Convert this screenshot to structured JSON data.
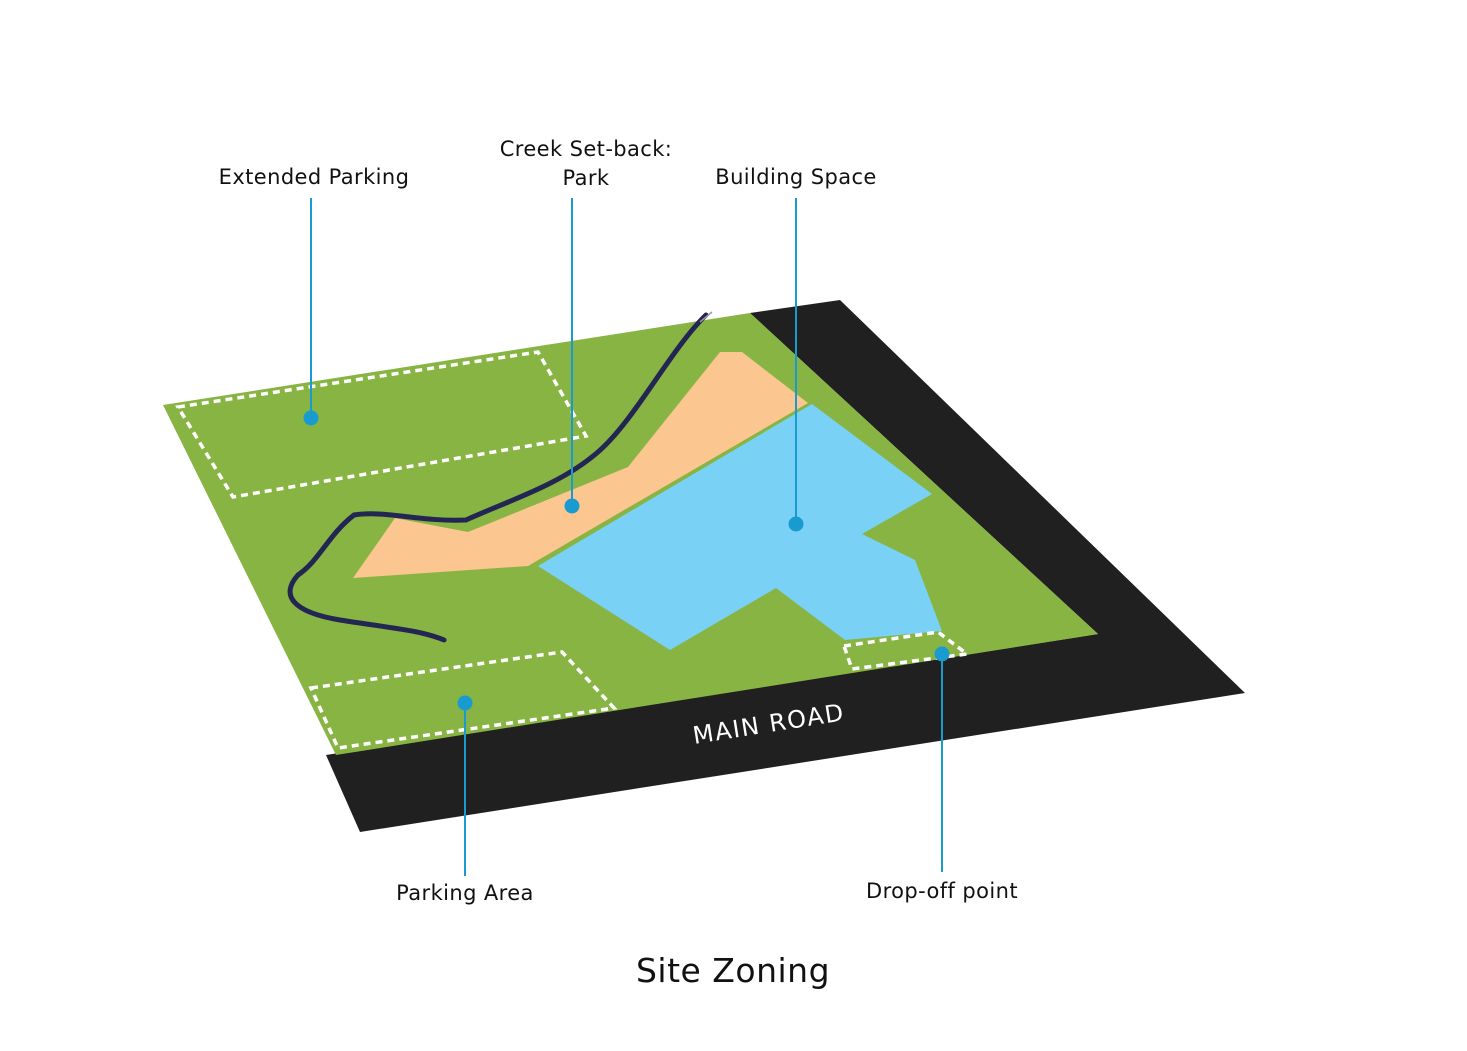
{
  "title": "Site Zoning",
  "road_label": "MAIN ROAD",
  "labels": {
    "extended_parking": "Extended Parking",
    "creek_setback_line1": "Creek Set-back:",
    "creek_setback_line2": "Park",
    "building_space": "Building Space",
    "parking_area": "Parking Area",
    "drop_off_point": "Drop-off point"
  },
  "colors": {
    "site_green": "#88b444",
    "road_black": "#202020",
    "park_peach": "#fbc68f",
    "building_blue": "#79d1f5",
    "creek_navy": "#232652",
    "leader_blue": "#1a9bd0",
    "zone_outline": "#ffffff"
  }
}
